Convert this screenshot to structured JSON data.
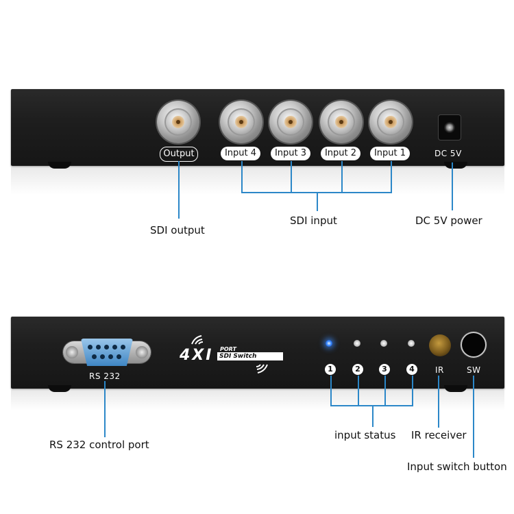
{
  "back_panel": {
    "port_labels": {
      "output": "Output",
      "input4": "Input 4",
      "input3": "Input 3",
      "input2": "Input 2",
      "input1": "Input 1",
      "dc": "DC 5V"
    },
    "callouts": {
      "sdi_output": "SDI output",
      "sdi_input": "SDI input",
      "dc_power": "DC 5V power"
    }
  },
  "front_panel": {
    "rs232_label": "RS 232",
    "logo": {
      "main": "4XI",
      "port": "PORT",
      "name": "SDI Switch"
    },
    "led_numbers": [
      "1",
      "2",
      "3",
      "4"
    ],
    "ir_label": "IR",
    "sw_label": "SW",
    "callouts": {
      "rs232": "RS 232 control port",
      "input_status": "input status",
      "ir_receiver": "IR receiver",
      "switch_button": "Input switch button"
    }
  },
  "colors": {
    "callout_line": "#2b87c8",
    "panel": "#1e1e1e",
    "active_led": "#3d8cff"
  }
}
